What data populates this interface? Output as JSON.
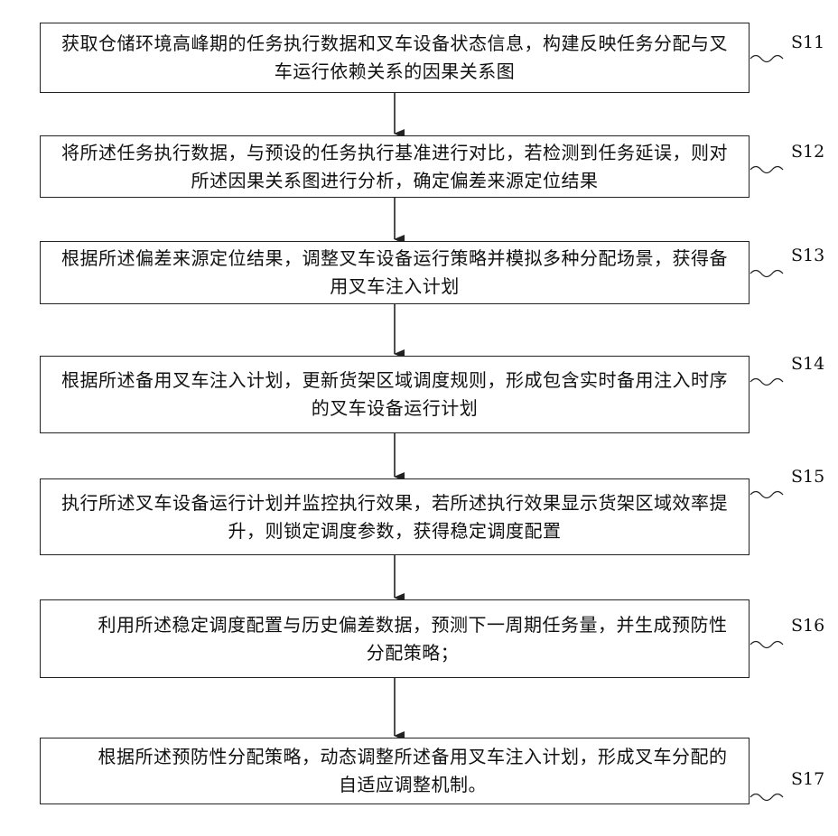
{
  "steps": [
    {
      "id": "S11",
      "text": "获取仓储环境高峰期的任务执行数据和叉车设备状态信息，构建反映任务分配与叉车运行依赖关系的因果关系图"
    },
    {
      "id": "S12",
      "text": "将所述任务执行数据，与预设的任务执行基准进行对比，若检测到任务延误，则对所述因果关系图进行分析，确定偏差来源定位结果"
    },
    {
      "id": "S13",
      "text": "根据所述偏差来源定位结果，调整叉车设备运行策略并模拟多种分配场景，获得备用叉车注入计划"
    },
    {
      "id": "S14",
      "text": "根据所述备用叉车注入计划，更新货架区域调度规则，形成包含实时备用注入时序的叉车设备运行计划"
    },
    {
      "id": "S15",
      "text": "执行所述叉车设备运行计划并监控执行效果，若所述执行效果显示货架区域效率提升，则锁定调度参数，获得稳定调度配置"
    },
    {
      "id": "S16",
      "text": "利用所述稳定调度配置与历史偏差数据，预测下一周期任务量，并生成预防性分配策略；"
    },
    {
      "id": "S17",
      "text": "根据所述预防性分配策略，动态调整所述备用叉车注入计划，形成叉车分配的自适应调整机制。"
    }
  ]
}
